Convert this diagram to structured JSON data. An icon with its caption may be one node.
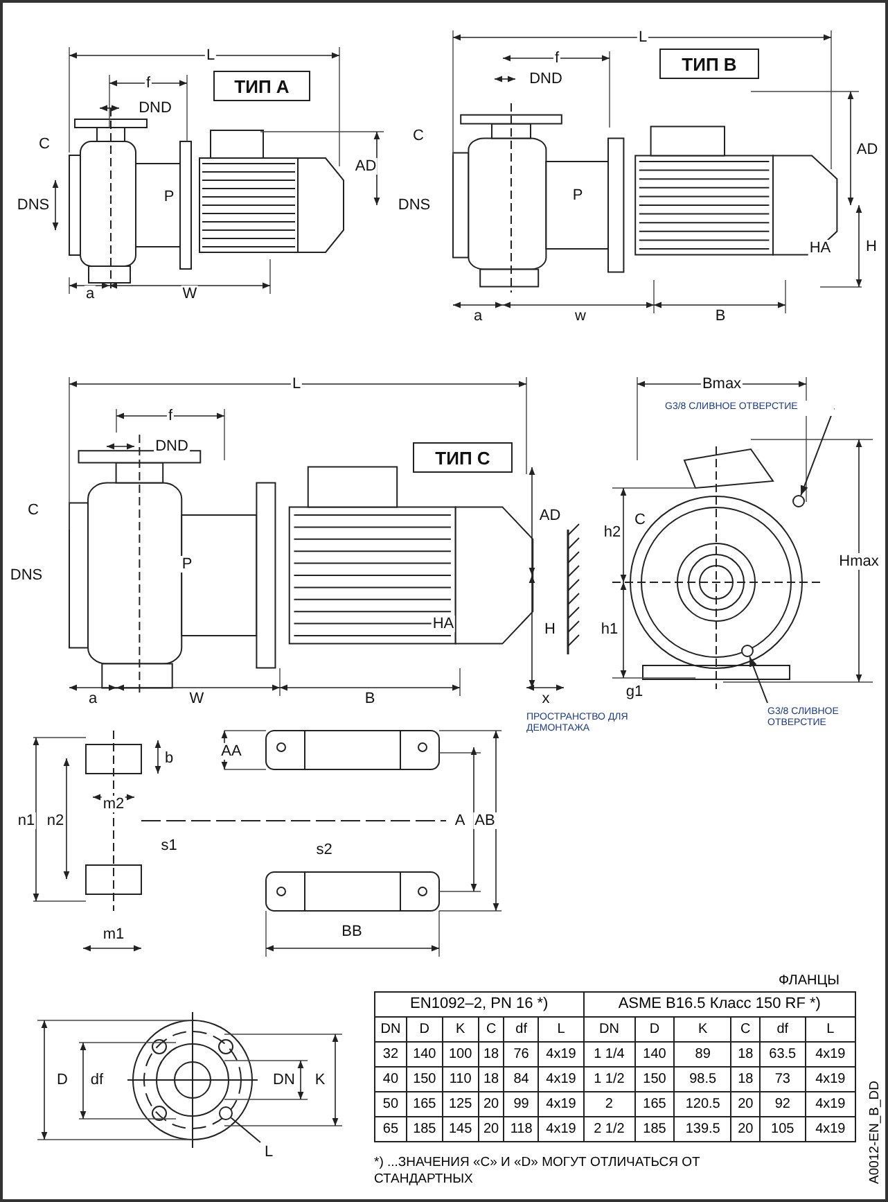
{
  "diagram": {
    "nodes": [
      {
        "text": [
          "ТИП А"
        ]
      },
      {
        "text": [
          "ТИП В"
        ]
      },
      {
        "text": [
          "ТИП С"
        ]
      },
      {
        "text": [
          "G3/8 СЛИВНОЕ ОТВЕРСТИЕ"
        ]
      },
      {
        "text": [
          "G3/8 СЛИВНОЕ ОТВЕРСТИЕ"
        ]
      },
      {
        "text": [
          "L"
        ]
      },
      {
        "text": [],
        "shape": "circle"
      },
      {
        "text": [],
        "shape": "circle"
      },
      {
        "text": [],
        "shape": "circle"
      }
    ],
    "edges": [
      {
        "from": 3,
        "to": 6,
        "arrow": "to"
      },
      {
        "from": 4,
        "to": 7,
        "arrow": "to"
      },
      {
        "from": 5,
        "to": 8,
        "arrow": "none"
      }
    ],
    "labels": [
      "L",
      "f",
      "DND",
      "C",
      "AD",
      "DNS",
      "P",
      "a",
      "W",
      "L",
      "f",
      "DND",
      "C",
      "AD",
      "P",
      "DNS",
      "HA",
      "H",
      "a",
      "w",
      "B",
      "L",
      "f",
      "DND",
      "AD",
      "C",
      "P",
      "DNS",
      "HA",
      "H",
      "a",
      "W",
      "B",
      "x",
      "ПРОСТРАНСТВО ДЛЯ ДЕМОНТАЖА",
      "Bmax",
      "h2",
      "C",
      "Hmax",
      "h1",
      "g1",
      "AA",
      "b",
      "m2",
      "n1",
      "n2",
      "A",
      "AB",
      "s1",
      "s2",
      "m1",
      "BB",
      "D",
      "df",
      "DN",
      "K",
      "ФЛАНЦЫ",
      "EN1092–2, PN 16 *)",
      "ASME B16.5 Класс 150 RF *)",
      "DN",
      "D",
      "K",
      "C",
      "df",
      "L",
      "DN",
      "D",
      "K",
      "C",
      "df",
      "L",
      "32",
      "140",
      "100",
      "18",
      "76",
      "4x19",
      "1 1/4",
      "140",
      "89",
      "18",
      "63.5",
      "4x19",
      "40",
      "150",
      "110",
      "18",
      "84",
      "4x19",
      "1 1/2",
      "150",
      "98.5",
      "18",
      "73",
      "4x19",
      "50",
      "165",
      "125",
      "20",
      "99",
      "4x19",
      "2",
      "165",
      "120.5",
      "20",
      "92",
      "4x19",
      "65",
      "185",
      "145",
      "20",
      "118",
      "4x19",
      "2 1/2",
      "185",
      "139.5",
      "20",
      "105",
      "4x19",
      "*) ...ЗНАЧЕНИЯ «C» И «D» МОГУТ ОТЛИЧАТЬСЯ ОТ СТАНДАРТНЫХ",
      "A0012-EN_B_DD"
    ]
  }
}
